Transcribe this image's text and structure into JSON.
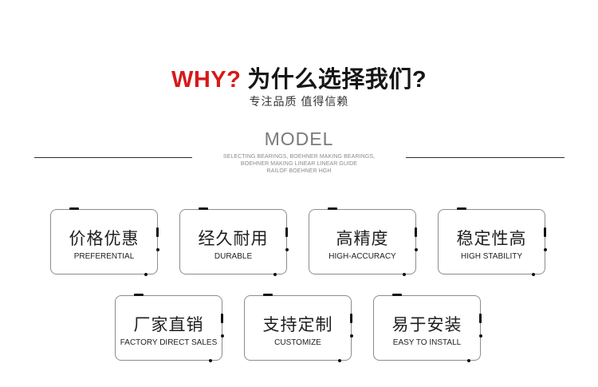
{
  "header": {
    "why": "WHY?",
    "question": "为什么选择我们?",
    "subtitle": "专注品质  值得信赖"
  },
  "model": {
    "title": "MODEL",
    "desc_lines": [
      "SELECTING BEARINGS, BOEHNER MAKING BEARINGS,",
      "BOEHNER MAKING LINEAR LINEAR GUIDE",
      "RAILOF BOEHNER HGH"
    ]
  },
  "features": [
    {
      "zh": "价格优惠",
      "en": "PREFERENTIAL"
    },
    {
      "zh": "经久耐用",
      "en": "DURABLE"
    },
    {
      "zh": "高精度",
      "en": "HIGH-ACCURACY"
    },
    {
      "zh": "稳定性高",
      "en": "HIGH STABILITY"
    },
    {
      "zh": "厂家直销",
      "en": "FACTORY DIRECT SALES"
    },
    {
      "zh": "支持定制",
      "en": "CUSTOMIZE"
    },
    {
      "zh": "易于安装",
      "en": "EASY TO INSTALL"
    }
  ],
  "colors": {
    "accent": "#d7191b",
    "text": "#1a1a1a",
    "muted": "#7a7a7a"
  }
}
